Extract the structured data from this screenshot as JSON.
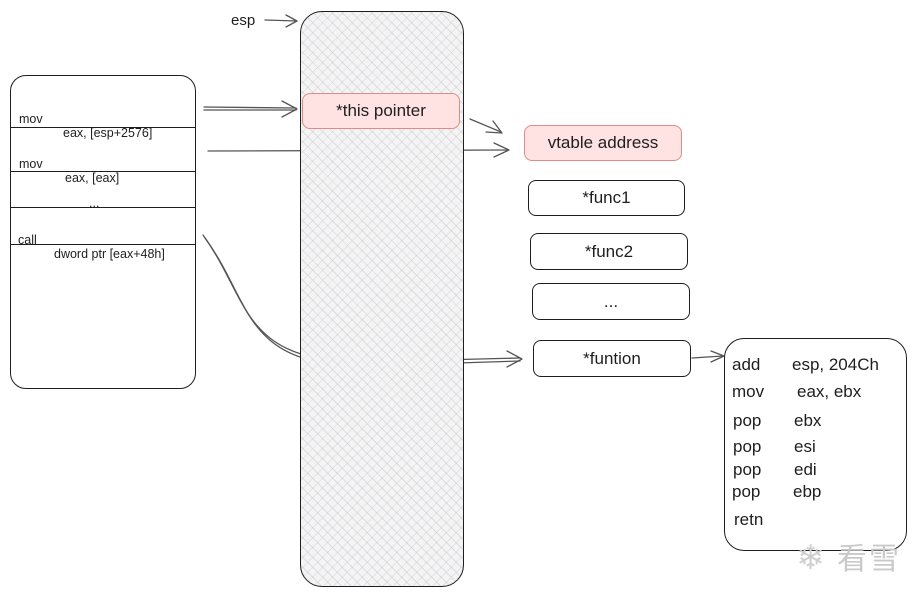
{
  "esp_label": "esp",
  "instructions": [
    {
      "op": "mov",
      "args": "eax, [esp+2576]"
    },
    {
      "op": "mov",
      "args": "eax, [eax]"
    },
    {
      "op": "",
      "args": "..."
    },
    {
      "op": "call",
      "args": "dword ptr [eax+48h]"
    }
  ],
  "stack": {
    "this_pointer": "*this pointer"
  },
  "vtable": {
    "address": "vtable address",
    "entries": [
      "*func1",
      "*func2",
      "...",
      "*funtion"
    ]
  },
  "code": [
    {
      "op": "add",
      "args": "esp, 204Ch"
    },
    {
      "op": "mov",
      "args": "eax, ebx"
    },
    {
      "op": "pop",
      "args": "ebx"
    },
    {
      "op": "pop",
      "args": "esi"
    },
    {
      "op": "pop",
      "args": "edi"
    },
    {
      "op": "pop",
      "args": "ebp"
    },
    {
      "op": "retn",
      "args": ""
    }
  ],
  "watermark": "看雪",
  "colors": {
    "highlight_fill": "#ffe3e3",
    "highlight_stroke": "#e08a8a",
    "stroke": "#1e1e1e"
  }
}
